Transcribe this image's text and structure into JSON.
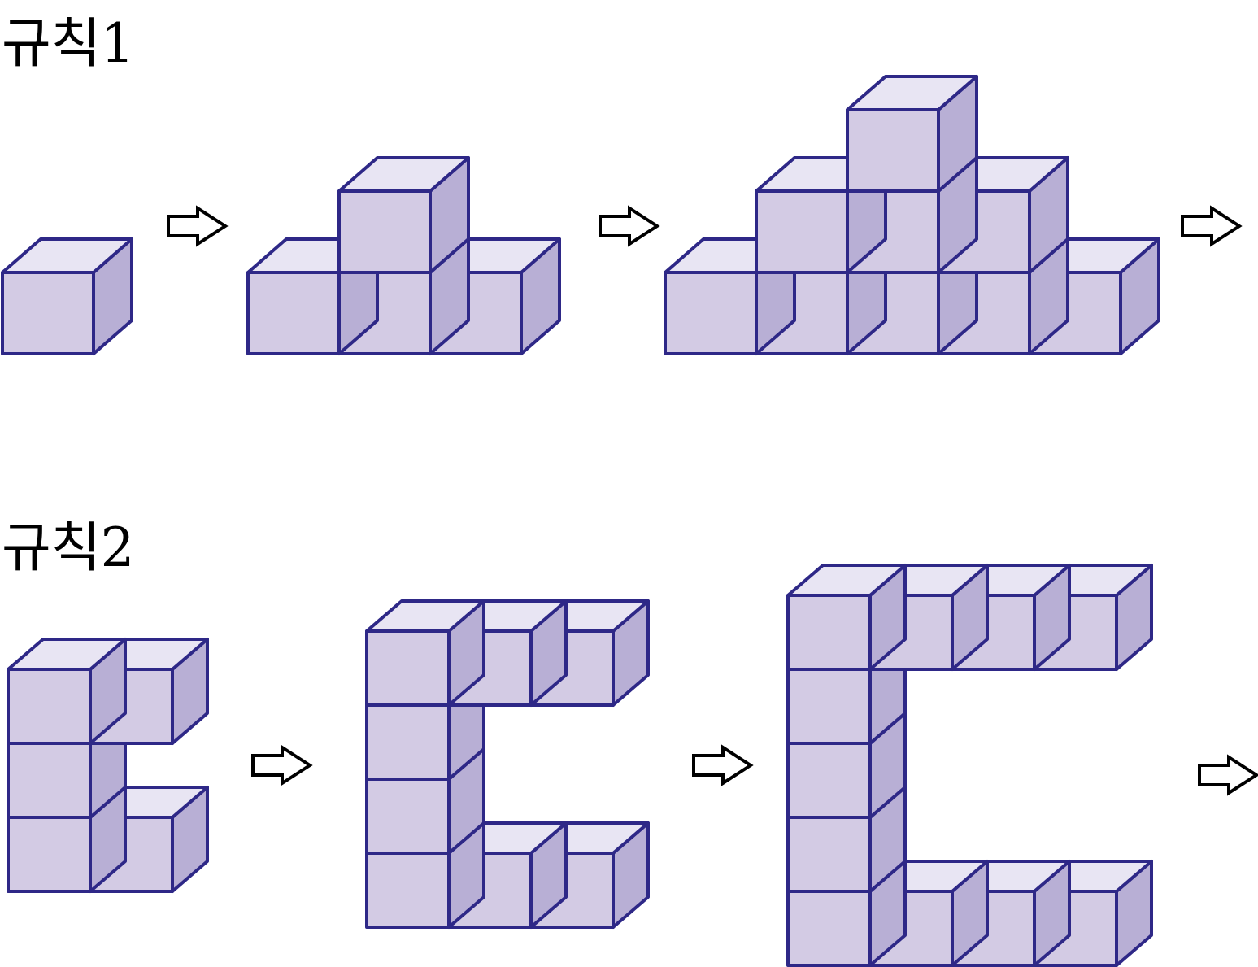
{
  "rules": [
    {
      "label": "규칙1",
      "stages": [
        {
          "cubes": [
            [
              0,
              0
            ]
          ]
        },
        {
          "cubes": [
            [
              0,
              0
            ],
            [
              1,
              0
            ],
            [
              2,
              0
            ],
            [
              1,
              1
            ]
          ]
        },
        {
          "cubes": [
            [
              0,
              0
            ],
            [
              1,
              0
            ],
            [
              2,
              0
            ],
            [
              3,
              0
            ],
            [
              4,
              0
            ],
            [
              1,
              1
            ],
            [
              2,
              1
            ],
            [
              3,
              1
            ],
            [
              2,
              2
            ]
          ]
        }
      ],
      "arrows": 3
    },
    {
      "label": "규칙2",
      "stages": [
        {
          "cubes": [
            [
              0,
              0
            ],
            [
              1,
              0
            ],
            [
              0,
              1
            ],
            [
              0,
              2
            ],
            [
              1,
              2
            ]
          ]
        },
        {
          "cubes": [
            [
              0,
              0
            ],
            [
              1,
              0
            ],
            [
              2,
              0
            ],
            [
              0,
              1
            ],
            [
              0,
              2
            ],
            [
              0,
              3
            ],
            [
              1,
              3
            ],
            [
              2,
              3
            ]
          ]
        },
        {
          "cubes": [
            [
              0,
              0
            ],
            [
              1,
              0
            ],
            [
              2,
              0
            ],
            [
              3,
              0
            ],
            [
              0,
              1
            ],
            [
              0,
              2
            ],
            [
              0,
              3
            ],
            [
              0,
              4
            ],
            [
              1,
              4
            ],
            [
              2,
              4
            ],
            [
              3,
              4
            ]
          ]
        }
      ],
      "arrows": 3
    }
  ],
  "colors": {
    "front": "#d3cbe4",
    "top": "#e8e5f3",
    "side": "#b8afd5",
    "stroke": "#2e2887",
    "arrow_fill": "#ffffff",
    "arrow_stroke": "#000000"
  },
  "icons": {
    "arrow": "right-arrow-icon"
  }
}
